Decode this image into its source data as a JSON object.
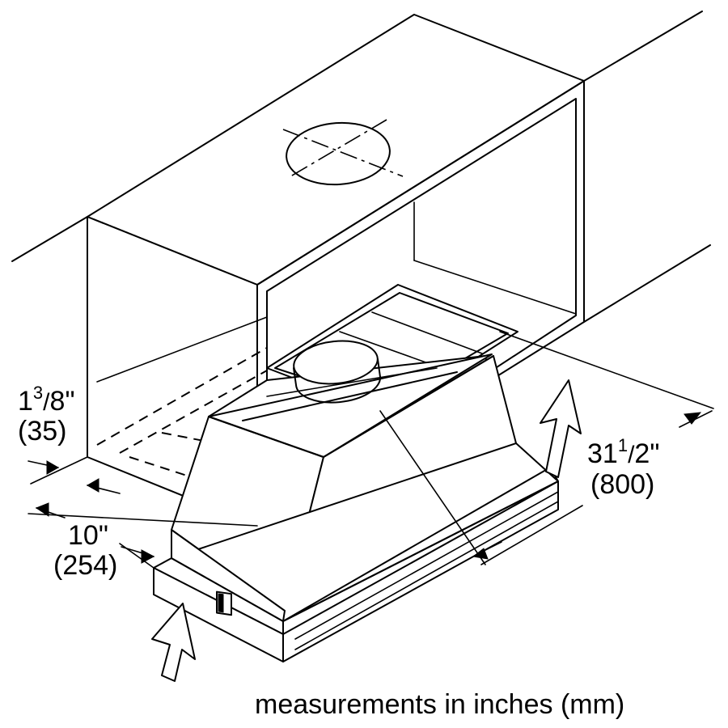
{
  "dimensions": {
    "height_offset": {
      "whole": "1",
      "num": "3",
      "den": "8",
      "unit": "\"",
      "metric": "(35)"
    },
    "depth": {
      "text": "10\"",
      "metric": "(254)"
    },
    "width": {
      "whole": "31",
      "num": "1",
      "den": "2",
      "unit": "\"",
      "metric": "(800)"
    }
  },
  "caption": "measurements in inches (mm)"
}
